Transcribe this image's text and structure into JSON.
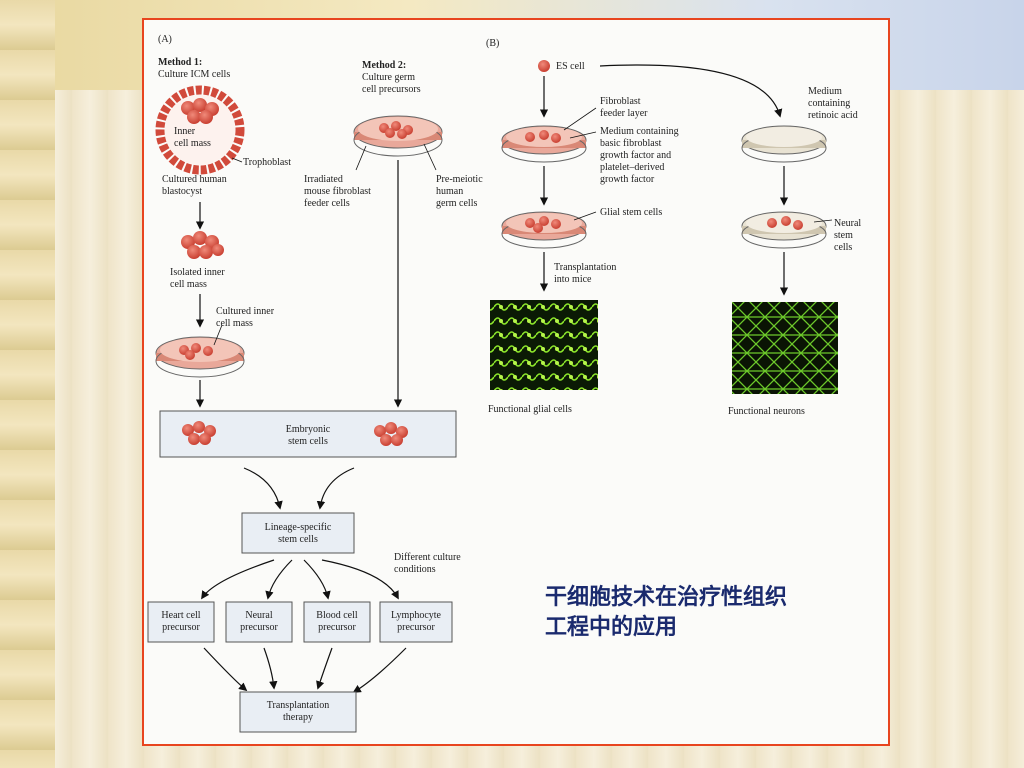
{
  "panel_a": {
    "label": "(A)",
    "method1_title": "Method 1:",
    "method1_desc": "Culture ICM cells",
    "inner_cell_mass_l1": "Inner",
    "inner_cell_mass_l2": "cell mass",
    "trophoblast": "Trophoblast",
    "blastocyst_l1": "Cultured human",
    "blastocyst_l2": "blastocyst",
    "isolated_l1": "Isolated inner",
    "isolated_l2": "cell mass",
    "cultured_inner_l1": "Cultured inner",
    "cultured_inner_l2": "cell mass",
    "method2_title": "Method 2:",
    "method2_desc_l1": "Culture germ",
    "method2_desc_l2": "cell precursors",
    "irradiated_l1": "Irradiated",
    "irradiated_l2": "mouse fibroblast",
    "irradiated_l3": "feeder cells",
    "premeiotic_l1": "Pre-meiotic",
    "premeiotic_l2": "human",
    "premeiotic_l3": "germ cells",
    "es_box_l1": "Embryonic",
    "es_box_l2": "stem cells",
    "lineage_l1": "Lineage-specific",
    "lineage_l2": "stem cells",
    "culture_cond_l1": "Different culture",
    "culture_cond_l2": "conditions",
    "heart_l1": "Heart cell",
    "heart_l2": "precursor",
    "neural_l1": "Neural",
    "neural_l2": "precursor",
    "blood_l1": "Blood cell",
    "blood_l2": "precursor",
    "lympho_l1": "Lymphocyte",
    "lympho_l2": "precursor",
    "transplant_l1": "Transplantation",
    "transplant_l2": "therapy"
  },
  "panel_b": {
    "label": "(B)",
    "es_cell": "ES cell",
    "retinoic_l1": "Medium",
    "retinoic_l2": "containing",
    "retinoic_l3": "retinoic acid",
    "feeder_l1": "Fibroblast",
    "feeder_l2": "feeder layer",
    "medium_l1": "Medium containing",
    "medium_l2": "basic fibroblast",
    "medium_l3": "growth factor and",
    "medium_l4": "platelet–derived",
    "medium_l5": "growth factor",
    "glial_stem": "Glial stem cells",
    "neural_stem_l1": "Neural",
    "neural_stem_l2": "stem",
    "neural_stem_l3": "cells",
    "transplant_mice_l1": "Transplantation",
    "transplant_mice_l2": "into mice",
    "glial_cells": "Functional glial cells",
    "neurons": "Functional neurons"
  },
  "caption_l1": "干细胞技术在治疗性组织",
  "caption_l2": "工程中的应用",
  "colors": {
    "border": "#e8451f",
    "cell": "#d84a3a",
    "micrograph": "#7ed321",
    "caption": "#1a2a6e"
  }
}
